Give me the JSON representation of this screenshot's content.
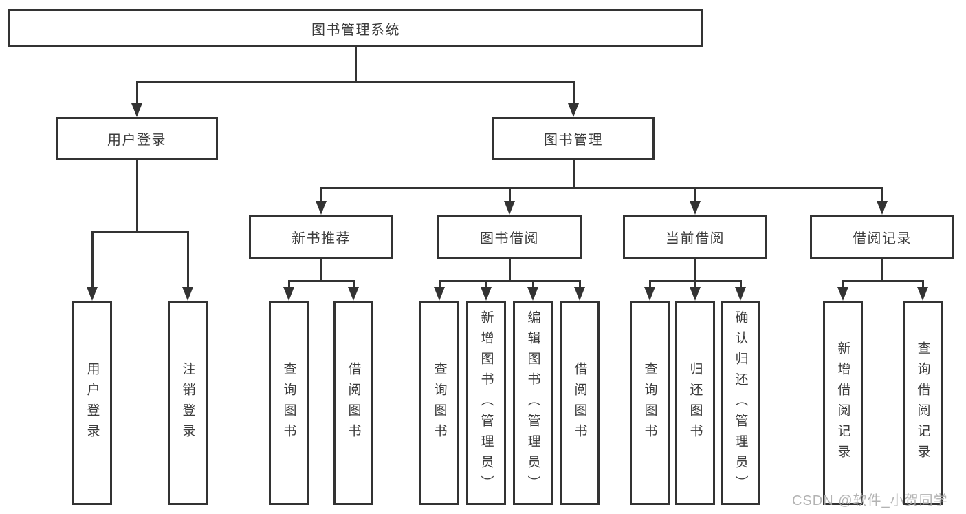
{
  "watermark": "CSDN @软件_小贺同学",
  "colors": {
    "line": "#333333",
    "box_border": "#333333",
    "text": "#3c3c3c",
    "watermark": "#ababab",
    "background": "#ffffff"
  },
  "nodes": {
    "root": {
      "label": "图书管理系统"
    },
    "user_login": {
      "label": "用户登录"
    },
    "book_mgmt": {
      "label": "图书管理"
    },
    "new_book_rec": {
      "label": "新书推荐"
    },
    "book_borrow": {
      "label": "图书借阅"
    },
    "current_borrow": {
      "label": "当前借阅"
    },
    "borrow_records": {
      "label": "借阅记录"
    },
    "leaf_user_login": {
      "label": "用户登录"
    },
    "leaf_logout": {
      "label": "注销登录"
    },
    "rec_query_book": {
      "label": "查询图书"
    },
    "rec_borrow_book": {
      "label": "借阅图书"
    },
    "bb_query_book": {
      "label": "查询图书"
    },
    "bb_add_book": {
      "label": "新增图书（管理员）"
    },
    "bb_edit_book": {
      "label": "编辑图书（管理员）"
    },
    "bb_borrow_book": {
      "label": "借阅图书"
    },
    "cb_query_book": {
      "label": "查询图书"
    },
    "cb_return_book": {
      "label": "归还图书"
    },
    "cb_confirm_return": {
      "label": "确认归还（管理员）"
    },
    "br_add_record": {
      "label": "新增借阅记录"
    },
    "br_query_record": {
      "label": "查询借阅记录"
    }
  },
  "structure": {
    "图书管理系统": {
      "用户登录": [
        "用户登录",
        "注销登录"
      ],
      "图书管理": {
        "新书推荐": [
          "查询图书",
          "借阅图书"
        ],
        "图书借阅": [
          "查询图书",
          "新增图书（管理员）",
          "编辑图书（管理员）",
          "借阅图书"
        ],
        "当前借阅": [
          "查询图书",
          "归还图书",
          "确认归还（管理员）"
        ],
        "借阅记录": [
          "新增借阅记录",
          "查询借阅记录"
        ]
      }
    }
  }
}
